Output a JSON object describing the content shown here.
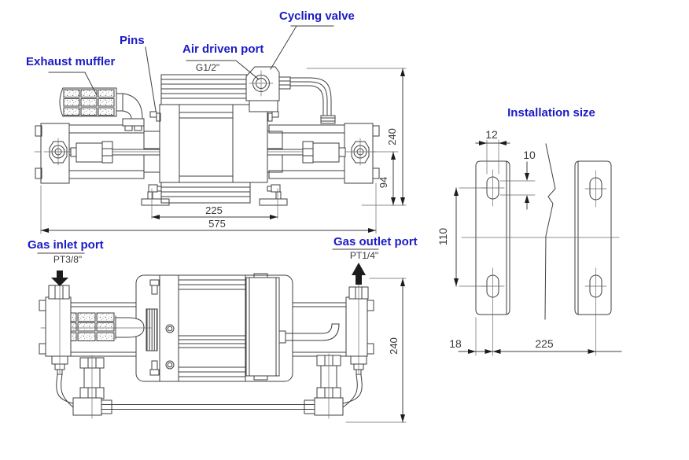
{
  "colors": {
    "label_blue": "#1b1bc3",
    "line_gray": "#3f3f3f",
    "dim_text_gray": "#3a3a3a",
    "background": "#ffffff"
  },
  "side_view": {
    "callouts": {
      "exhaust_muffler": "Exhaust muffler",
      "pins": "Pins",
      "air_driven_port": "Air driven port",
      "air_port_size": "G1/2\"",
      "cycling_valve": "Cycling valve"
    },
    "dimensions": {
      "bolt_span": "225",
      "overall_length": "575",
      "height": "240",
      "center_height": "94"
    }
  },
  "plan_view": {
    "callouts": {
      "gas_inlet_port": "Gas inlet port",
      "gas_inlet_size": "PT3/8\"",
      "gas_outlet_port": "Gas outlet port",
      "gas_outlet_size": "PT1/4\""
    },
    "dimensions": {
      "width": "240"
    }
  },
  "installation": {
    "title": "Installation size",
    "dimensions": {
      "slot_width": "12",
      "slot_length": "10",
      "hole_spacing_vertical": "110",
      "edge_offset": "18",
      "hole_spacing_horizontal": "225"
    }
  }
}
